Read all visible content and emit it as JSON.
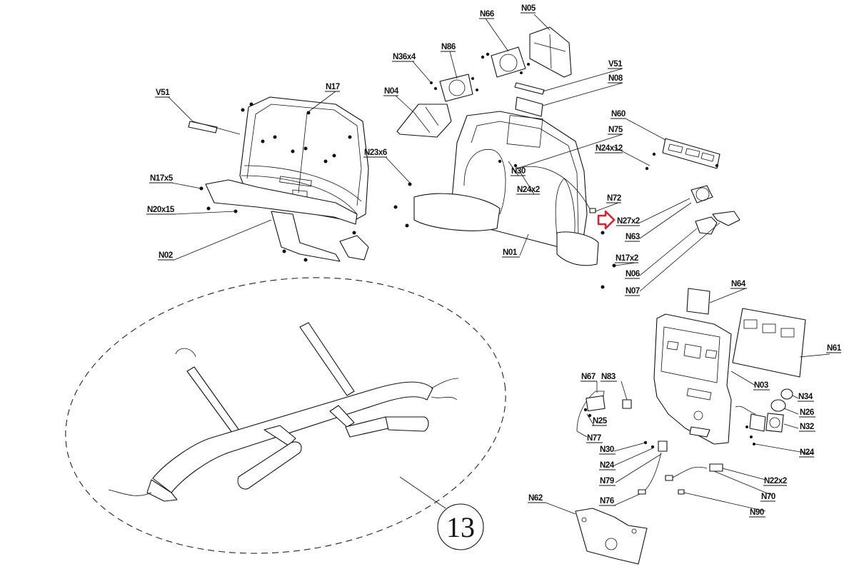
{
  "diagram": {
    "callouts": [
      {
        "id": "N05",
        "text": "N05"
      },
      {
        "id": "N66",
        "text": "N66"
      },
      {
        "id": "N86",
        "text": "N86"
      },
      {
        "id": "N36x4",
        "text": "N36x4"
      },
      {
        "id": "V51a",
        "text": "V51"
      },
      {
        "id": "N08",
        "text": "N08"
      },
      {
        "id": "N04",
        "text": "N04"
      },
      {
        "id": "V51b",
        "text": "V51"
      },
      {
        "id": "N17",
        "text": "N17"
      },
      {
        "id": "N60",
        "text": "N60"
      },
      {
        "id": "N75",
        "text": "N75"
      },
      {
        "id": "N24x12",
        "text": "N24x12"
      },
      {
        "id": "N23x6",
        "text": "N23x6"
      },
      {
        "id": "N17x5",
        "text": "N17x5"
      },
      {
        "id": "N30a",
        "text": "N30"
      },
      {
        "id": "N24x2",
        "text": "N24x2"
      },
      {
        "id": "N72",
        "text": "N72"
      },
      {
        "id": "N20x15",
        "text": "N20x15"
      },
      {
        "id": "N27x2",
        "text": "N27x2"
      },
      {
        "id": "N63",
        "text": "N63"
      },
      {
        "id": "N02",
        "text": "N02"
      },
      {
        "id": "N01",
        "text": "N01"
      },
      {
        "id": "N17x2",
        "text": "N17x2"
      },
      {
        "id": "N06",
        "text": "N06"
      },
      {
        "id": "N07",
        "text": "N07"
      },
      {
        "id": "N64",
        "text": "N64"
      },
      {
        "id": "N61",
        "text": "N61"
      },
      {
        "id": "N67",
        "text": "N67"
      },
      {
        "id": "N83",
        "text": "N83"
      },
      {
        "id": "N03",
        "text": "N03"
      },
      {
        "id": "N34",
        "text": "N34"
      },
      {
        "id": "N25",
        "text": "N25"
      },
      {
        "id": "N26",
        "text": "N26"
      },
      {
        "id": "N77",
        "text": "N77"
      },
      {
        "id": "N32",
        "text": "N32"
      },
      {
        "id": "N30b",
        "text": "N30"
      },
      {
        "id": "N24",
        "text": "N24"
      },
      {
        "id": "N24b",
        "text": "N24"
      },
      {
        "id": "N79",
        "text": "N79"
      },
      {
        "id": "N22x2",
        "text": "N22x2"
      },
      {
        "id": "N70",
        "text": "N70"
      },
      {
        "id": "N76",
        "text": "N76"
      },
      {
        "id": "N90",
        "text": "N90"
      },
      {
        "id": "N62",
        "text": "N62"
      }
    ],
    "assembly_number": "13",
    "highlight_color": "#e0202a"
  }
}
